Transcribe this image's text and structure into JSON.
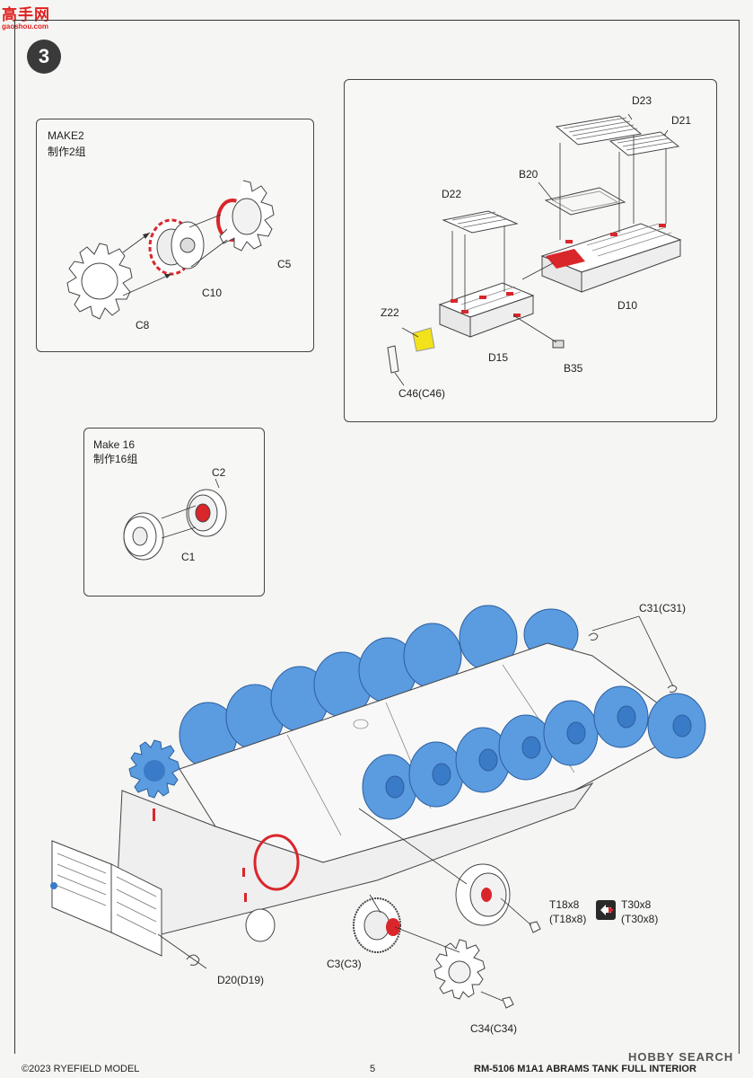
{
  "watermark_top": {
    "text": "高手网",
    "sub": "gaoshou.com"
  },
  "step": "3",
  "box_make2": {
    "title": "MAKE2",
    "subtitle": "制作2组",
    "labels": {
      "c5": "C5",
      "c10": "C10",
      "c8": "C8"
    }
  },
  "box_hull_parts": {
    "labels": {
      "d23": "D23",
      "d21": "D21",
      "b20": "B20",
      "d22": "D22",
      "z22": "Z22",
      "d10": "D10",
      "d15": "D15",
      "b35": "B35",
      "c46": "C46(C46)"
    }
  },
  "box_make16": {
    "title": "Make 16",
    "subtitle": "制作16组",
    "labels": {
      "c2": "C2",
      "c1": "C1"
    }
  },
  "main_labels": {
    "c31": "C31(C31)",
    "t18": "T18x8",
    "t18b": "(T18x8)",
    "t30": "T30x8",
    "t30b": "(T30x8)",
    "c3": "C3(C3)",
    "d20": "D20(D19)",
    "c34": "C34(C34)"
  },
  "footer": {
    "copyright": "©2023 RYEFIELD MODEL",
    "page": "5",
    "product": "RM-5106 M1A1 ABRAMS TANK FULL INTERIOR",
    "watermark": "HOBBY SEARCH"
  },
  "colors": {
    "wheel_blue": "#5b9be0",
    "highlight_red": "#d9262b",
    "z22_yellow": "#f2e21b",
    "badge": "#3a3a3a"
  }
}
